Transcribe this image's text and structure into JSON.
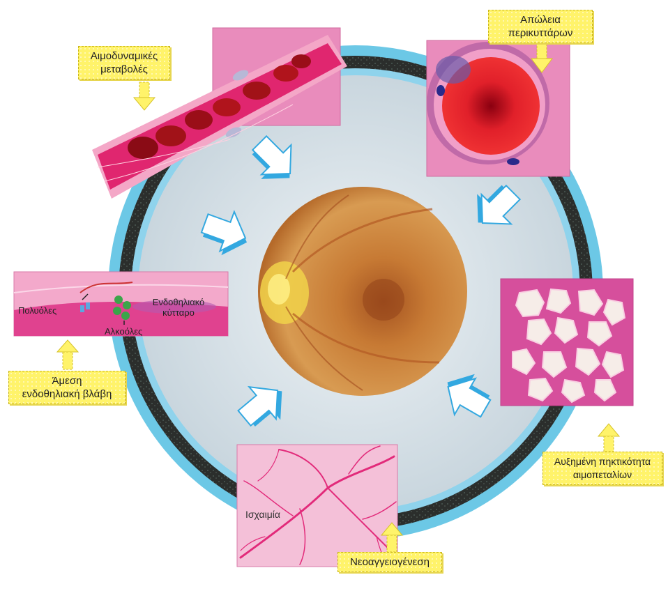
{
  "labels": {
    "hemodynamic": "Αιμοδυναμικές\nμεταβολές",
    "pericyte_loss": "Απώλεια\nπερικυττάρων",
    "endothelial_damage": "Άμεση\nενδοθηλιακή βλάβη",
    "platelet": "Αυξημένη πηκτικότητα\nαιμοπεταλίων",
    "neovascularization": "Νεοαγγειογένεση"
  },
  "vessel_panel": {
    "polyols": "Πολυόλες",
    "endothelial_cell": "Ενδοθηλιακό\nκύτταρο",
    "alcohols": "Αλκοόλες"
  },
  "ischemia_panel": {
    "ischemia": "Ισχαιμία"
  },
  "colors": {
    "ring_blue": "#6cc8e6",
    "ring_dark": "#2a2c2a",
    "inner_disc": "#d8e2e8",
    "fundus": "#c0742c",
    "arrow_blue": "#33a8e0",
    "label_yellow": "#fff36a",
    "panel_pink": "#e57bb0"
  },
  "icons": {
    "arrows": "inward-arrow-icon",
    "pointers": "yellow-pointer-arrow-icon"
  }
}
